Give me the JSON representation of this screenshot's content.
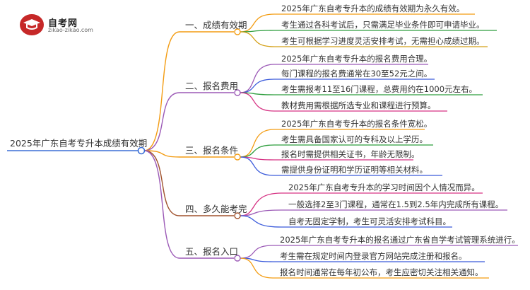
{
  "logo": {
    "title": "自考网",
    "subtitle": "zikao-zikao.com"
  },
  "root": {
    "label": "2025年广东自考专升本成绩有效期"
  },
  "branches": [
    {
      "label": "一、成绩有效期",
      "color": "#f39c12",
      "leaves": [
        {
          "label": "2025年广东自考专升本的成绩有效期为永久有效。",
          "color": "#f39c12"
        },
        {
          "label": "考生通过各科考试后，只需满足毕业条件即可申请毕业。",
          "color": "#2e9e3e"
        },
        {
          "label": "考生可根据学习进度灵活安排考试，无需担心成绩过期。",
          "color": "#d4a017"
        }
      ]
    },
    {
      "label": "二、报名费用",
      "color": "#9b59b6",
      "leaves": [
        {
          "label": "2025年广东自考专升本的报名费用合理。",
          "color": "#9b59b6"
        },
        {
          "label": "每门课程的报名费通常在30至52元之间。",
          "color": "#3b5bdb"
        },
        {
          "label": "考生需报考11至16门课程，总费用约在1000元左右。",
          "color": "#2e9e3e"
        },
        {
          "label": "教材费用需根据所选专业和课程进行预算。",
          "color": "#d63384"
        }
      ]
    },
    {
      "label": "三、报名条件",
      "color": "#f39c12",
      "leaves": [
        {
          "label": "2025年广东自考专升本的报名条件宽松。",
          "color": "#f39c12"
        },
        {
          "label": "考生需具备国家认可的专科及以上学历。",
          "color": "#2e9e3e"
        },
        {
          "label": "报名时需提供相关证书，年龄无限制。",
          "color": "#d63384"
        },
        {
          "label": "需提供身份证明和学历证明等相关材料。",
          "color": "#3b5bdb"
        }
      ]
    },
    {
      "label": "四、多久能考完",
      "color": "#a0522d",
      "leaves": [
        {
          "label": "2025年广东自考专升本的学习时间因个人情况而异。",
          "color": "#d63384"
        },
        {
          "label": "一般选择2至3门课程，通常在1.5到2.5年内完成所有课程。",
          "color": "#9b59b6"
        },
        {
          "label": "自考无固定学制，考生可灵活安排考试科目。",
          "color": "#3b5bdb"
        }
      ]
    },
    {
      "label": "五、报名入口",
      "color": "#9b59b6",
      "leaves": [
        {
          "label": "2025年广东自考专升本的报名通过广东省自学考试管理系统进行。",
          "color": "#9b59b6"
        },
        {
          "label": "考生需在规定时间内登录官方网站完成注册和报名。",
          "color": "#3b5bdb"
        },
        {
          "label": "报名时间通常在每年初公布，考生应密切关注相关通知。",
          "color": "#f39c12"
        }
      ]
    }
  ],
  "colors": {
    "root_line": "#3b6fd6",
    "node_fill": "#ffffff"
  }
}
